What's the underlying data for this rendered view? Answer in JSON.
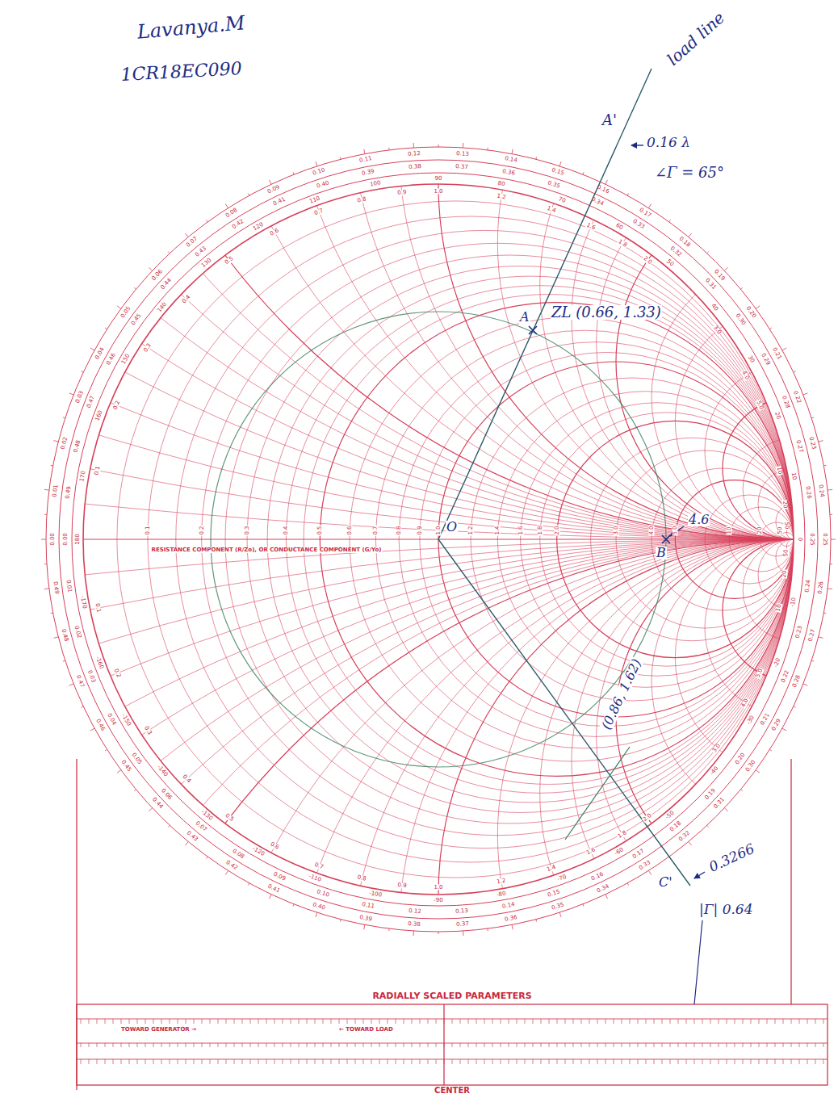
{
  "diagram": {
    "labels": [
      "Lavanya.M",
      "1CR18EC090",
      "load line",
      "A'",
      "0.16 λ",
      "∠Γ = 65°",
      "A",
      "ZL (0.66, 1.33)",
      "O",
      "B",
      "4.6",
      "(0.86, 1.62)",
      "C'",
      "0.3266",
      "|Γ| 0.64",
      "RESISTANCE COMPONENT (R/Zo), OR CONDUCTANCE COMPONENT (G/Yo)",
      "RADIALLY SCALED PARAMETERS",
      "TOWARD GENERATOR →",
      "← TOWARD LOAD",
      "CENTER",
      "0.1",
      "0.2",
      "0.3",
      "0.4",
      "0.5",
      "0.6",
      "0.7",
      "0.8",
      "0.9",
      "1.0",
      "1.2",
      "1.4",
      "1.6",
      "1.8",
      "2.0",
      "3.0",
      "4.0",
      "5.0",
      "10",
      "20",
      "50",
      "0.1",
      "0.2",
      "0.3",
      "0.4",
      "0.5",
      "0.6",
      "0.7",
      "0.8",
      "0.9",
      "1.0",
      "1.2",
      "1.4",
      "1.6",
      "1.8",
      "2.0",
      "3.0",
      "4.0",
      "5.0",
      "10",
      "20",
      "50",
      "0.1",
      "0.2",
      "0.3",
      "0.4",
      "0.5",
      "0.6",
      "0.7",
      "0.8",
      "0.9",
      "1.0",
      "1.2",
      "1.4",
      "1.6",
      "1.8",
      "2.0",
      "3.0",
      "4.0",
      "5.0",
      "10",
      "20",
      "50",
      "0",
      "10",
      "20",
      "30",
      "40",
      "50",
      "60",
      "70",
      "80",
      "90",
      "100",
      "110",
      "120",
      "130",
      "140",
      "150",
      "160",
      "170",
      "180",
      "-170",
      "-160",
      "-150",
      "-140",
      "-130",
      "-120",
      "-110",
      "-100",
      "-90",
      "-80",
      "-70",
      "-60",
      "-50",
      "-40",
      "-30",
      "-20",
      "-10",
      "0.00",
      "0.01",
      "0.02",
      "0.03",
      "0.04",
      "0.05",
      "0.06",
      "0.07",
      "0.08",
      "0.09",
      "0.10",
      "0.11",
      "0.12",
      "0.13",
      "0.14",
      "0.15",
      "0.16",
      "0.17",
      "0.18",
      "0.19",
      "0.20",
      "0.21",
      "0.22",
      "0.23",
      "0.24",
      "0.25",
      "0.26",
      "0.27",
      "0.28",
      "0.29",
      "0.30",
      "0.31",
      "0.32",
      "0.33",
      "0.34",
      "0.35",
      "0.36",
      "0.37",
      "0.38",
      "0.39",
      "0.40",
      "0.41",
      "0.42",
      "0.43",
      "0.44",
      "0.45",
      "0.46",
      "0.47",
      "0.48",
      "0.49",
      "0.00",
      "0.01",
      "0.02",
      "0.03",
      "0.04",
      "0.05",
      "0.06",
      "0.07",
      "0.08",
      "0.09",
      "0.10",
      "0.11",
      "0.12",
      "0.13",
      "0.14",
      "0.15",
      "0.16",
      "0.17",
      "0.18",
      "0.19",
      "0.20",
      "0.21",
      "0.22",
      "0.23",
      "0.24",
      "0.25",
      "0.26",
      "0.27",
      "0.28",
      "0.29",
      "0.30",
      "0.31",
      "0.32",
      "0.33",
      "0.34",
      "0.35",
      "0.36",
      "0.37",
      "0.38",
      "0.39",
      "0.40",
      "0.41",
      "0.42",
      "0.43",
      "0.44",
      "0.45",
      "0.46",
      "0.47",
      "0.48",
      "0.49"
    ]
  }
}
